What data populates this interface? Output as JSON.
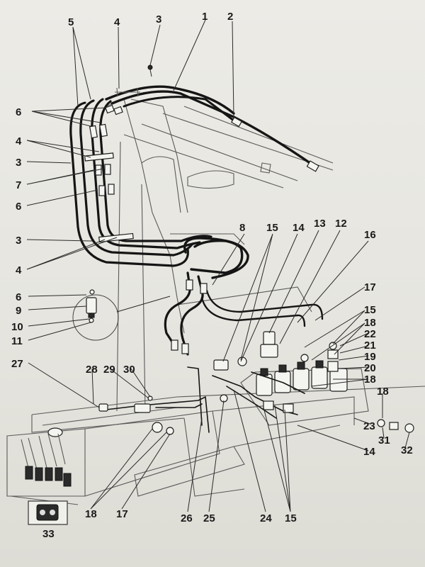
{
  "labels": {
    "l1": "1",
    "l2": "2",
    "l3a": "3",
    "l3b": "3",
    "l3c": "3",
    "l4a": "4",
    "l4b": "4",
    "l4c": "4",
    "l5": "5",
    "l6a": "6",
    "l6b": "6",
    "l6c": "6",
    "l7": "7",
    "l8": "8",
    "l9": "9",
    "l10": "10",
    "l11": "11",
    "l12": "12",
    "l13": "13",
    "l14a": "14",
    "l14b": "14",
    "l15a": "15",
    "l15b": "15",
    "l15c": "15",
    "l16": "16",
    "l17a": "17",
    "l17b": "17",
    "l18a": "18",
    "l18b": "18",
    "l18c": "18",
    "l18d": "18",
    "l19": "19",
    "l20": "20",
    "l21": "21",
    "l22": "22",
    "l23": "23",
    "l24": "24",
    "l25": "25",
    "l26": "26",
    "l27": "27",
    "l28": "28",
    "l29": "29",
    "l30": "30",
    "l31": "31",
    "l32": "32",
    "l33": "33"
  },
  "colors": {
    "paper": "#e9e8e2",
    "ink": "#1a1a1a",
    "hose": "#151515"
  }
}
